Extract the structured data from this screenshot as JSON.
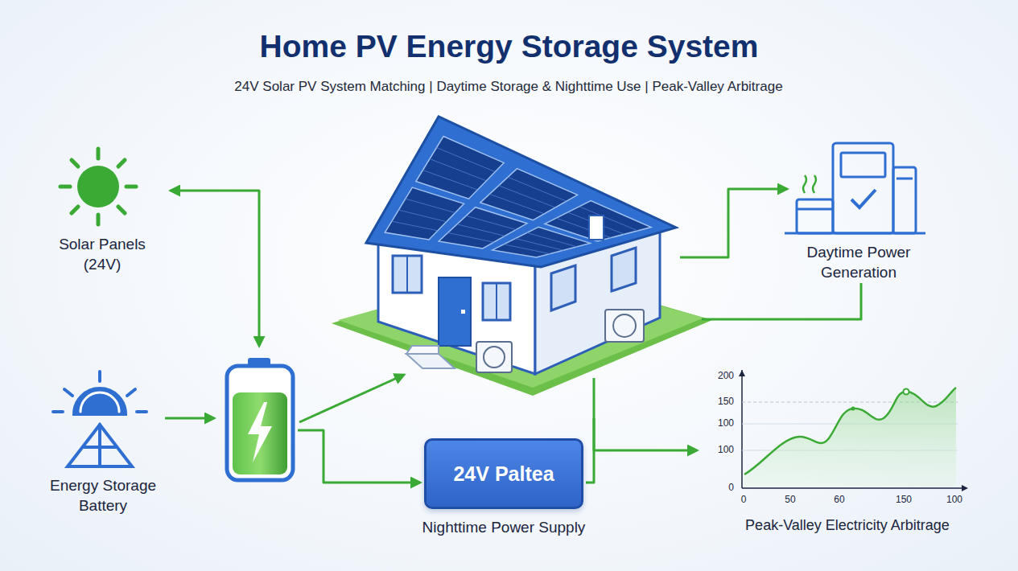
{
  "diagram": {
    "title": "Home PV Energy Storage System",
    "nodes": [
      {
        "text": [
          "Solar Panels (24V)"
        ]
      },
      {
        "text": [
          "Daytime Power Generation"
        ]
      },
      {
        "text": [
          "Energy Storage Battery"
        ]
      },
      {
        "text": [
          "24V Paltea",
          "Nighttime Power Supply"
        ]
      }
    ],
    "labels": [
      "24V Solar PV System Matching | Daytime Storage & Nighttime Use | Peak-Valley Arbitrage",
      "200",
      "150",
      "100",
      "100",
      "0",
      "0",
      "50",
      "60",
      "150",
      "100",
      "Peak-Valley Electricity Arbitrage"
    ]
  }
}
